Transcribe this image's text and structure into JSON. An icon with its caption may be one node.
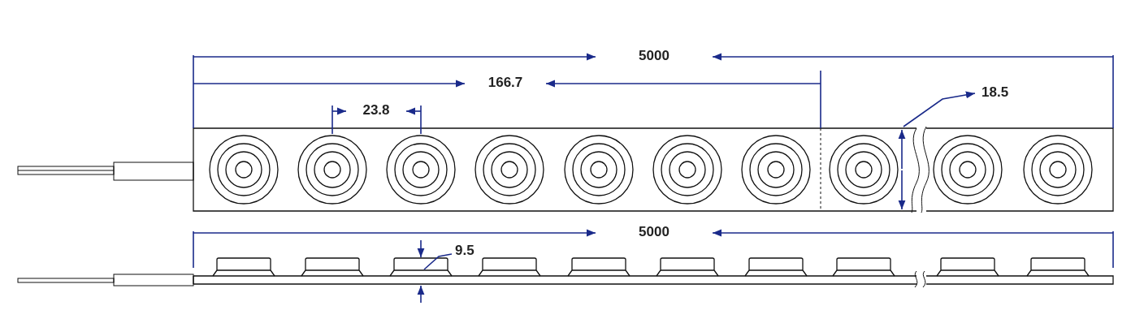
{
  "diagram": {
    "nodes": [
      {
        "text": [
          "18.5"
        ]
      },
      {
        "text": [
          "9.5"
        ]
      }
    ],
    "edges": [
      {
        "from": null,
        "to": 0,
        "arrow": "to"
      },
      {
        "from": 1,
        "to": null,
        "arrow": "none"
      }
    ],
    "labels": [
      "5000",
      "166.7",
      "23.8",
      "5000"
    ]
  }
}
